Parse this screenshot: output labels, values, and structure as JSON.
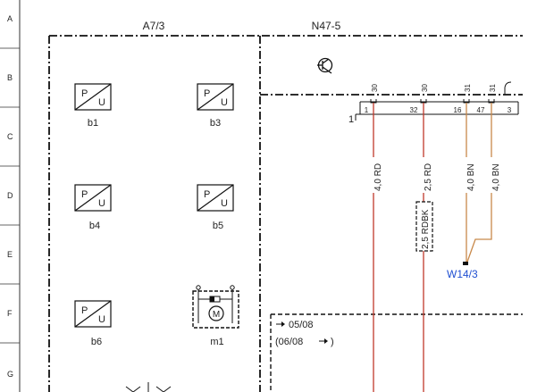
{
  "rows": [
    "A",
    "B",
    "C",
    "D",
    "E",
    "F",
    "G"
  ],
  "section_labels": [
    "A7/3",
    "N47-5"
  ],
  "sensors": [
    {
      "label": "b1",
      "p": "P",
      "u": "U"
    },
    {
      "label": "b3",
      "p": "P",
      "u": "U"
    },
    {
      "label": "b4",
      "p": "P",
      "u": "U"
    },
    {
      "label": "b5",
      "p": "P",
      "u": "U"
    },
    {
      "label": "b6",
      "p": "P",
      "u": "U"
    }
  ],
  "motor": {
    "label": "m1",
    "symbol": "M"
  },
  "connector": {
    "marker": "1",
    "pins": [
      {
        "top": "30",
        "bottom": "1"
      },
      {
        "top": "30",
        "bottom": "32"
      },
      {
        "top": "31",
        "bottom": "16"
      },
      {
        "top": "31",
        "bottom": "47"
      },
      {
        "top": "",
        "bottom": "3"
      }
    ]
  },
  "wires": [
    {
      "label": "4,0 RD",
      "color": "#c0392b"
    },
    {
      "label": "2,5 RD",
      "color": "#c0392b"
    },
    {
      "label": "4,0 BN",
      "color": "#c8894a"
    },
    {
      "label": "4,0 BN",
      "color": "#c8894a"
    }
  ],
  "splice_label": "2,5 RDBK",
  "ground_point": {
    "label": "W14/3",
    "color": "#1f4fd1"
  },
  "validity": {
    "from": "05/08",
    "until": "(06/08"
  }
}
